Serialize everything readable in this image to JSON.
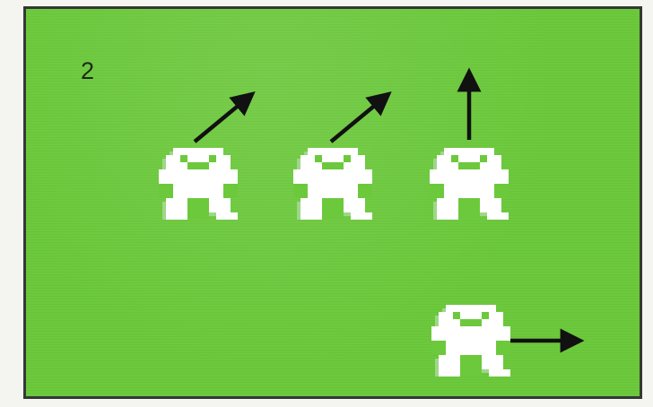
{
  "scene": {
    "panel_number": "2",
    "colors": {
      "background": "#6cc93c",
      "frame": "#333834",
      "sprite": "#ffffff",
      "sprite_shadow": "#9fd78a",
      "arrow": "#111111"
    },
    "sprites": [
      {
        "name": "player-sprite-1",
        "icon": "robot-sprite-icon",
        "direction": "up-right"
      },
      {
        "name": "player-sprite-2",
        "icon": "robot-sprite-icon",
        "direction": "up-right"
      },
      {
        "name": "player-sprite-3",
        "icon": "robot-sprite-icon",
        "direction": "up"
      },
      {
        "name": "player-sprite-4",
        "icon": "robot-sprite-icon",
        "direction": "right"
      }
    ]
  }
}
